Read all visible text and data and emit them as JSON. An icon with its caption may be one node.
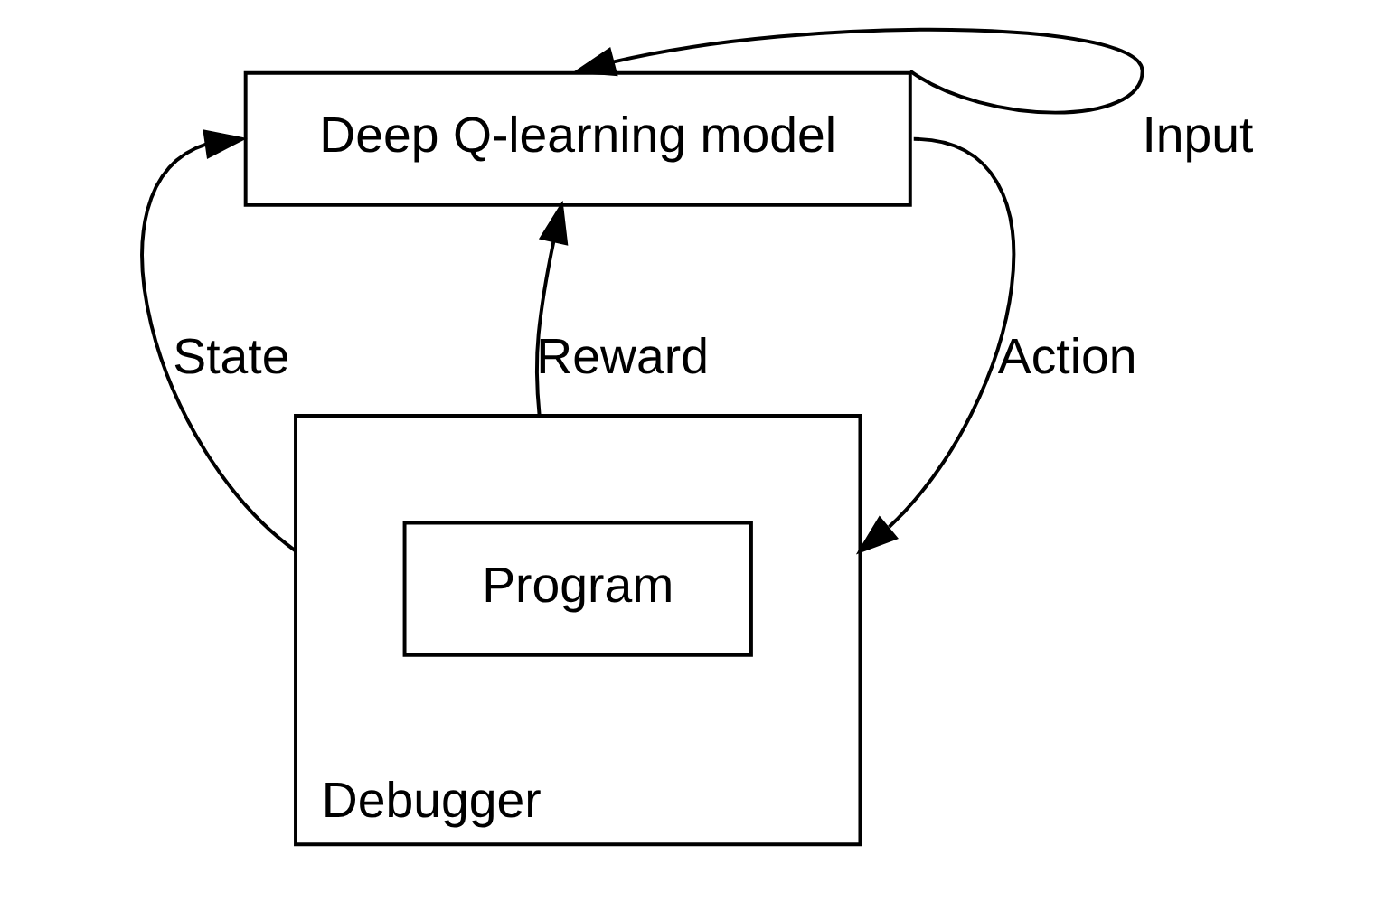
{
  "diagram": {
    "nodes": [
      {
        "text": [
          "Deep Q-learning model"
        ]
      },
      {
        "text": [
          "Debugger"
        ]
      },
      {
        "text": [
          "Program"
        ],
        "in": 1
      }
    ],
    "edges": [
      {
        "from": 0,
        "to": 0,
        "arrow": "to",
        "label": "Input"
      },
      {
        "from": 1,
        "to": 0,
        "arrow": "to",
        "label": "State"
      },
      {
        "from": 1,
        "to": 0,
        "arrow": "to",
        "label": "Reward"
      },
      {
        "from": 0,
        "to": 1,
        "arrow": "to",
        "label": "Action"
      }
    ]
  }
}
